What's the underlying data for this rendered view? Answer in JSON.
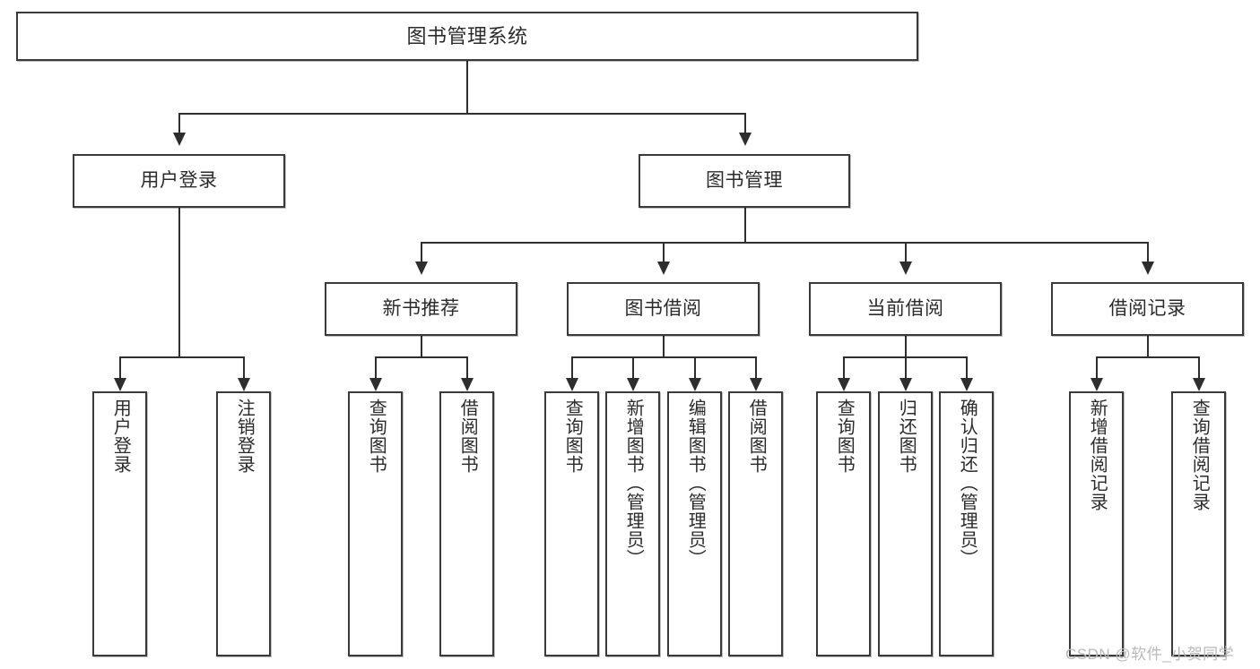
{
  "diagram": {
    "type": "tree",
    "title": "图书管理系统",
    "root": {
      "label": "图书管理系统",
      "children": [
        {
          "label": "用户登录",
          "children": [
            {
              "label": "用户登录"
            },
            {
              "label": "注销登录"
            }
          ]
        },
        {
          "label": "图书管理",
          "children": [
            {
              "label": "新书推荐",
              "children": [
                {
                  "label": "查询图书"
                },
                {
                  "label": "借阅图书"
                }
              ]
            },
            {
              "label": "图书借阅",
              "children": [
                {
                  "label": "查询图书"
                },
                {
                  "label": "新增图书（管理员）"
                },
                {
                  "label": "编辑图书（管理员）"
                },
                {
                  "label": "借阅图书"
                }
              ]
            },
            {
              "label": "当前借阅",
              "children": [
                {
                  "label": "查询图书"
                },
                {
                  "label": "归还图书"
                },
                {
                  "label": "确认归还（管理员）"
                }
              ]
            },
            {
              "label": "借阅记录",
              "children": [
                {
                  "label": "新增借阅记录"
                },
                {
                  "label": "查询借阅记录"
                }
              ]
            }
          ]
        }
      ]
    },
    "nodes": {
      "root": "图书管理系统",
      "l2_user_login": "用户登录",
      "l2_book_manage": "图书管理",
      "l3_new_book": "新书推荐",
      "l3_borrow": "图书借阅",
      "l3_current": "当前借阅",
      "l3_record": "借阅记录",
      "leaf_user_login": "用户登录",
      "leaf_logout": "注销登录",
      "leaf_nb_query": "查询图书",
      "leaf_nb_borrow": "借阅图书",
      "leaf_bw_query": "查询图书",
      "leaf_bw_add": "新增图书（管理员）",
      "leaf_bw_edit": "编辑图书（管理员）",
      "leaf_bw_borrow": "借阅图书",
      "leaf_cur_query": "查询图书",
      "leaf_cur_return": "归还图书",
      "leaf_cur_confirm": "确认归还（管理员）",
      "leaf_rec_add": "新增借阅记录",
      "leaf_rec_query": "查询借阅记录"
    }
  },
  "watermark": {
    "text": "CSDN @软件_小贺同学"
  },
  "colors": {
    "border": "#3a3a3a",
    "connector": "#2e2e2e",
    "text": "#2b2b2b",
    "background": "#ffffff",
    "watermark": "#b9b9b9"
  }
}
